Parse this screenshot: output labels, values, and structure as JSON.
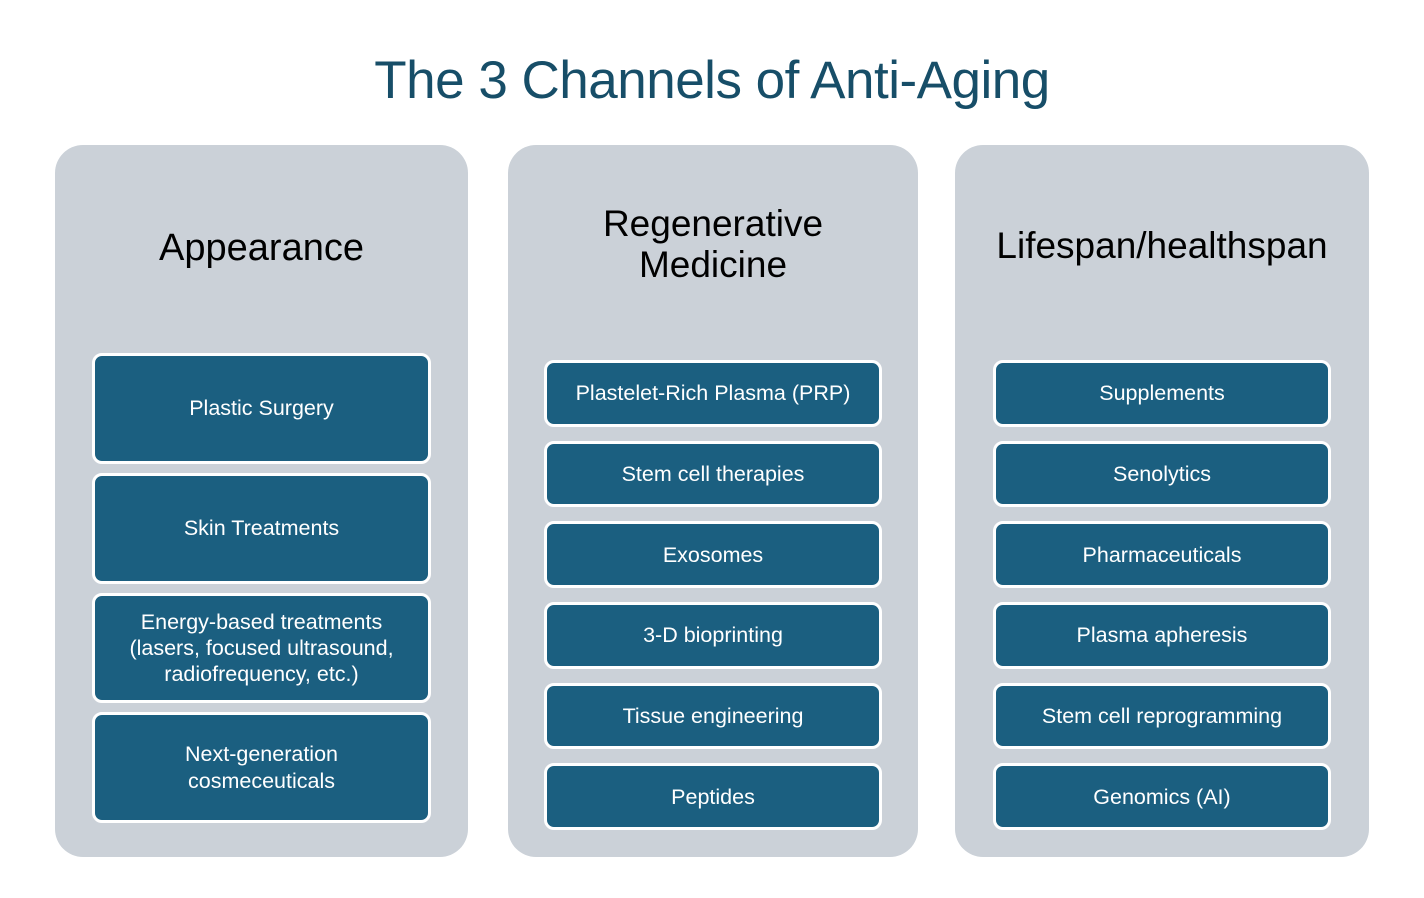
{
  "title": "The 3 Channels of Anti-Aging",
  "theme": {
    "background": "#FFFFFF",
    "title_color": "#174E68",
    "panel_background": "#CBD1D8",
    "item_background": "#1B5F80",
    "item_border": "#FFFFFF",
    "item_text": "#FFFFFF",
    "header_text": "#000000"
  },
  "columns": [
    {
      "id": "appearance",
      "header": "Appearance",
      "items": [
        {
          "label": "Plastic Surgery",
          "lines": [
            "Plastic Surgery"
          ]
        },
        {
          "label": "Skin Treatments",
          "lines": [
            "Skin Treatments"
          ]
        },
        {
          "label": "Energy-based treatments (lasers, focused ultrasound, radiofrequency, etc.)",
          "lines": [
            "Energy-based treatments",
            "(lasers, focused ultrasound,",
            "radiofrequency, etc.)"
          ]
        },
        {
          "label": "Next-generation cosmeceuticals",
          "lines": [
            "Next-generation",
            "cosmeceuticals"
          ]
        }
      ]
    },
    {
      "id": "regenerative",
      "header": "Regenerative Medicine",
      "header_lines": [
        "Regenerative",
        "Medicine"
      ],
      "items": [
        {
          "label": "Plastelet-Rich Plasma (PRP)",
          "lines": [
            "Plastelet-Rich Plasma (PRP)"
          ]
        },
        {
          "label": "Stem cell therapies",
          "lines": [
            "Stem cell therapies"
          ]
        },
        {
          "label": "Exosomes",
          "lines": [
            "Exosomes"
          ]
        },
        {
          "label": "3-D bioprinting",
          "lines": [
            "3-D bioprinting"
          ]
        },
        {
          "label": "Tissue engineering",
          "lines": [
            "Tissue engineering"
          ]
        },
        {
          "label": "Peptides",
          "lines": [
            "Peptides"
          ]
        }
      ]
    },
    {
      "id": "lifespan",
      "header": "Lifespan/healthspan",
      "items": [
        {
          "label": "Supplements",
          "lines": [
            "Supplements"
          ]
        },
        {
          "label": "Senolytics",
          "lines": [
            "Senolytics"
          ]
        },
        {
          "label": "Pharmaceuticals",
          "lines": [
            "Pharmaceuticals"
          ]
        },
        {
          "label": "Plasma apheresis",
          "lines": [
            "Plasma apheresis"
          ]
        },
        {
          "label": "Stem cell reprogramming",
          "lines": [
            "Stem cell reprogramming"
          ]
        },
        {
          "label": "Genomics (AI)",
          "lines": [
            "Genomics (AI)"
          ]
        }
      ]
    }
  ]
}
